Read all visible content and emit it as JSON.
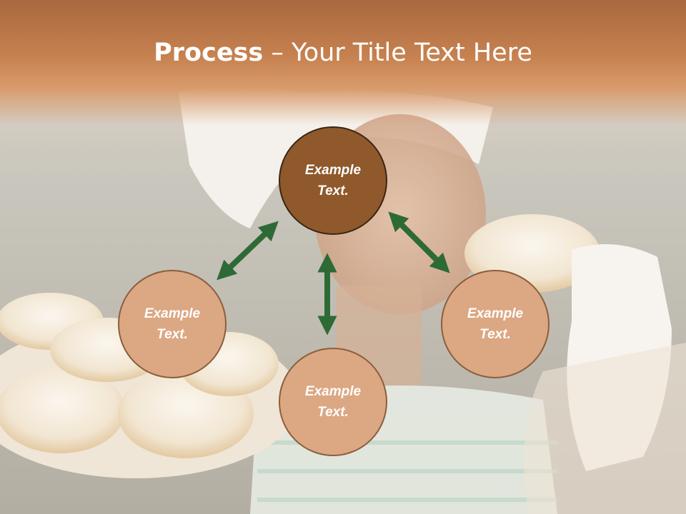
{
  "slide": {
    "title_bold": "Process",
    "title_rest": " – Your Title Text Here"
  },
  "nodes": [
    {
      "label": "Example\nText.",
      "style": "dark"
    },
    {
      "label": "Example\nText.",
      "style": "light"
    },
    {
      "label": "Example\nText.",
      "style": "light"
    },
    {
      "label": "Example\nText.",
      "style": "light"
    }
  ],
  "colors": {
    "header": "#c6814f",
    "node_dark": "#8f592b",
    "node_light": "#dca783",
    "arrow": "#2e6a35",
    "title_text": "#ffffff"
  },
  "icons": {
    "arrows": "double-headed-arrow"
  }
}
